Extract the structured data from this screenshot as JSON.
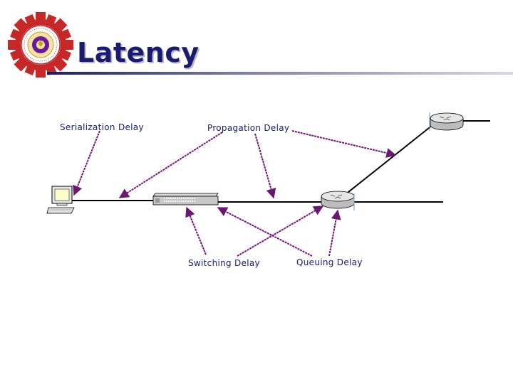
{
  "slide": {
    "title": "Latency"
  },
  "labels": {
    "serialization": "Serialization Delay",
    "propagation": "Propagation Delay",
    "switching": "Switching Delay",
    "queuing": "Queuing Delay"
  },
  "colors": {
    "title": "#1a1a6e",
    "arrow": "#6a1a6e",
    "link": "#000000",
    "logo_gear": "#c62828",
    "logo_inner": "#6a1b9a"
  },
  "icons": {
    "logo": "university-seal-logo",
    "host": "computer-icon",
    "switch": "switch-icon",
    "router_a": "router-icon",
    "router_b": "router-icon"
  }
}
